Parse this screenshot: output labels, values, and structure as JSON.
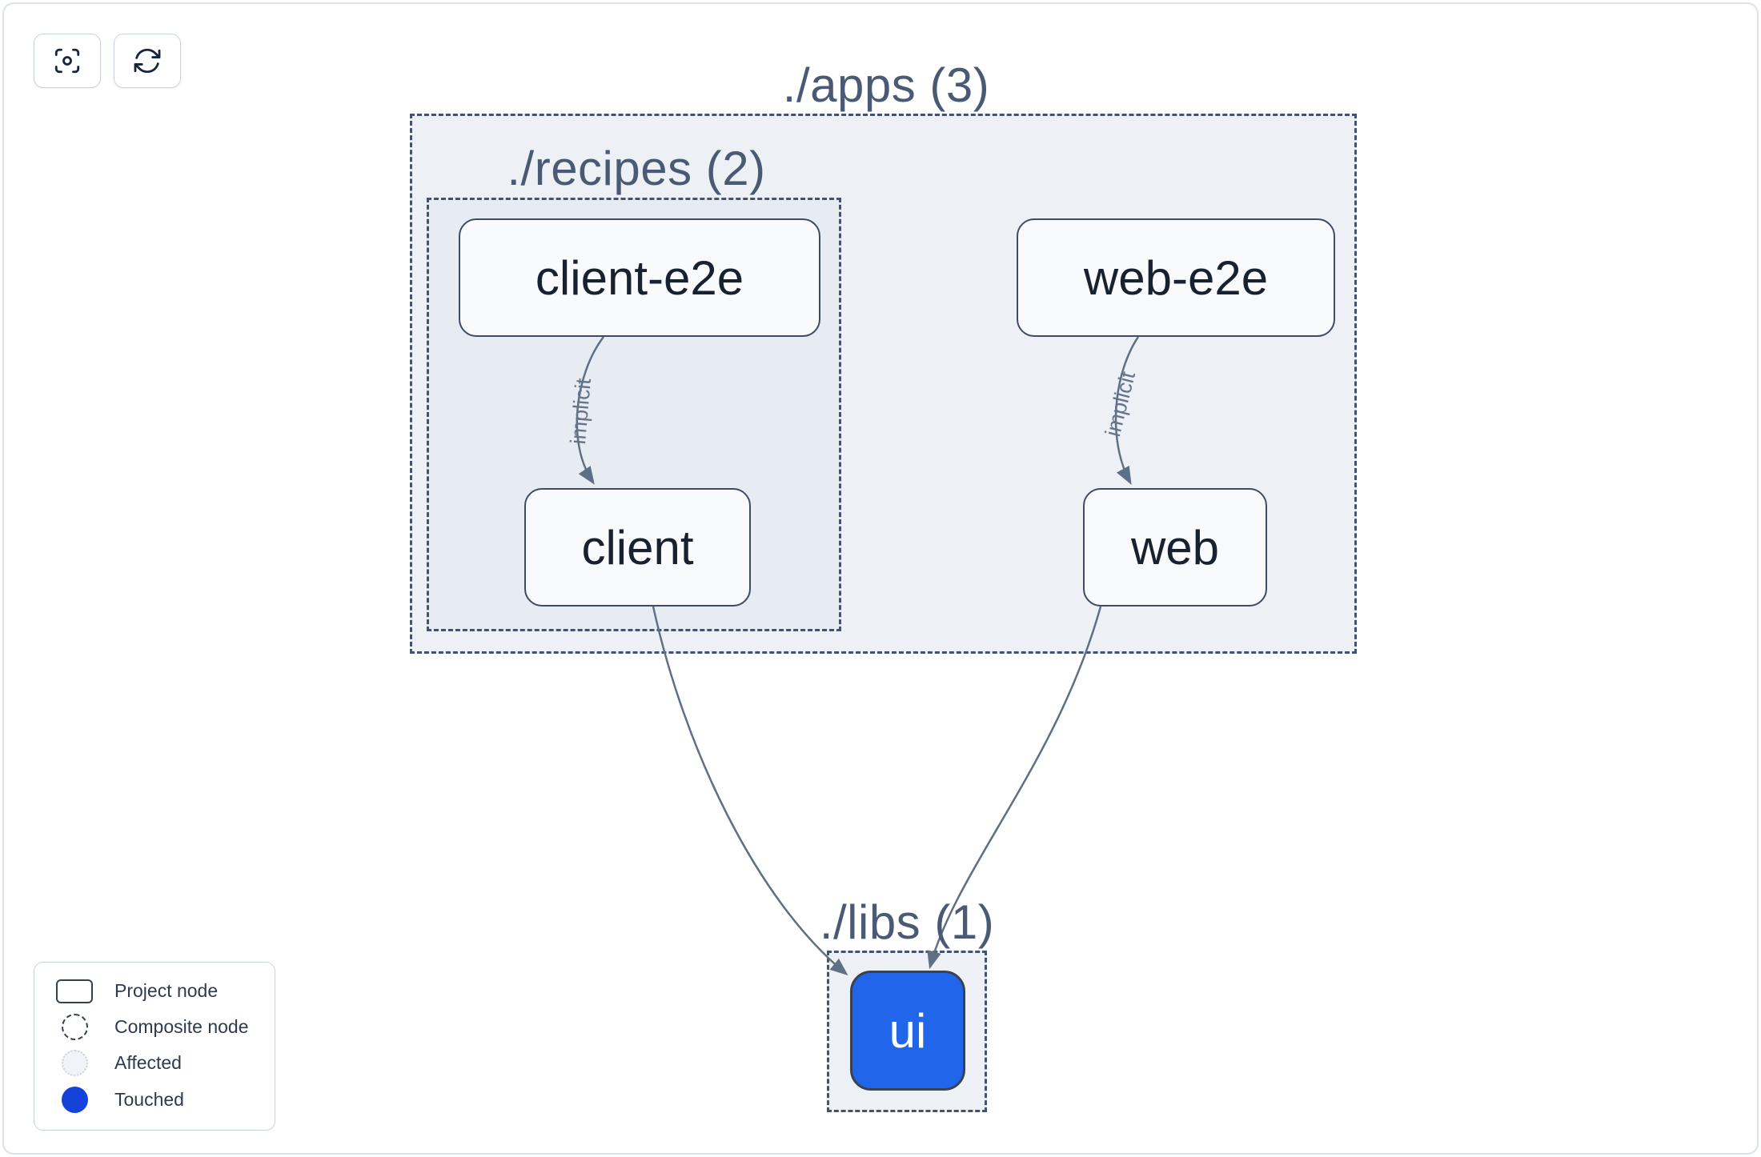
{
  "toolbar": {
    "buttons": [
      {
        "name": "center-graph",
        "icon": "viewfinder-icon"
      },
      {
        "name": "refresh-graph",
        "icon": "refresh-icon"
      }
    ]
  },
  "graph": {
    "groups": [
      {
        "id": "apps",
        "label": "./apps (3)"
      },
      {
        "id": "recipes",
        "label": "./recipes (2)"
      },
      {
        "id": "libs",
        "label": "./libs (1)"
      }
    ],
    "nodes": [
      {
        "id": "client-e2e",
        "label": "client-e2e",
        "state": "project"
      },
      {
        "id": "web-e2e",
        "label": "web-e2e",
        "state": "project"
      },
      {
        "id": "client",
        "label": "client",
        "state": "project"
      },
      {
        "id": "web",
        "label": "web",
        "state": "project"
      },
      {
        "id": "ui",
        "label": "ui",
        "state": "touched"
      }
    ],
    "edges": [
      {
        "from": "client-e2e",
        "to": "client",
        "label": "implicit"
      },
      {
        "from": "web-e2e",
        "to": "web",
        "label": "implicit"
      },
      {
        "from": "client",
        "to": "ui",
        "label": ""
      },
      {
        "from": "web",
        "to": "ui",
        "label": ""
      }
    ]
  },
  "legend": {
    "items": [
      {
        "label": "Project node",
        "swatch": "project-rect"
      },
      {
        "label": "Composite node",
        "swatch": "dashed-circle"
      },
      {
        "label": "Affected",
        "swatch": "affected-circle"
      },
      {
        "label": "Touched",
        "swatch": "touched-circle"
      }
    ]
  },
  "colors": {
    "touched_node": "#2166ea",
    "touched_dot": "#1543da",
    "affected_fill": "#f0f3f8",
    "composite_fill": "#edf1f6",
    "composite_border": "#44526b",
    "node_border": "#3e4b63",
    "node_fill": "#f8fafc",
    "edge": "#5f7084"
  }
}
